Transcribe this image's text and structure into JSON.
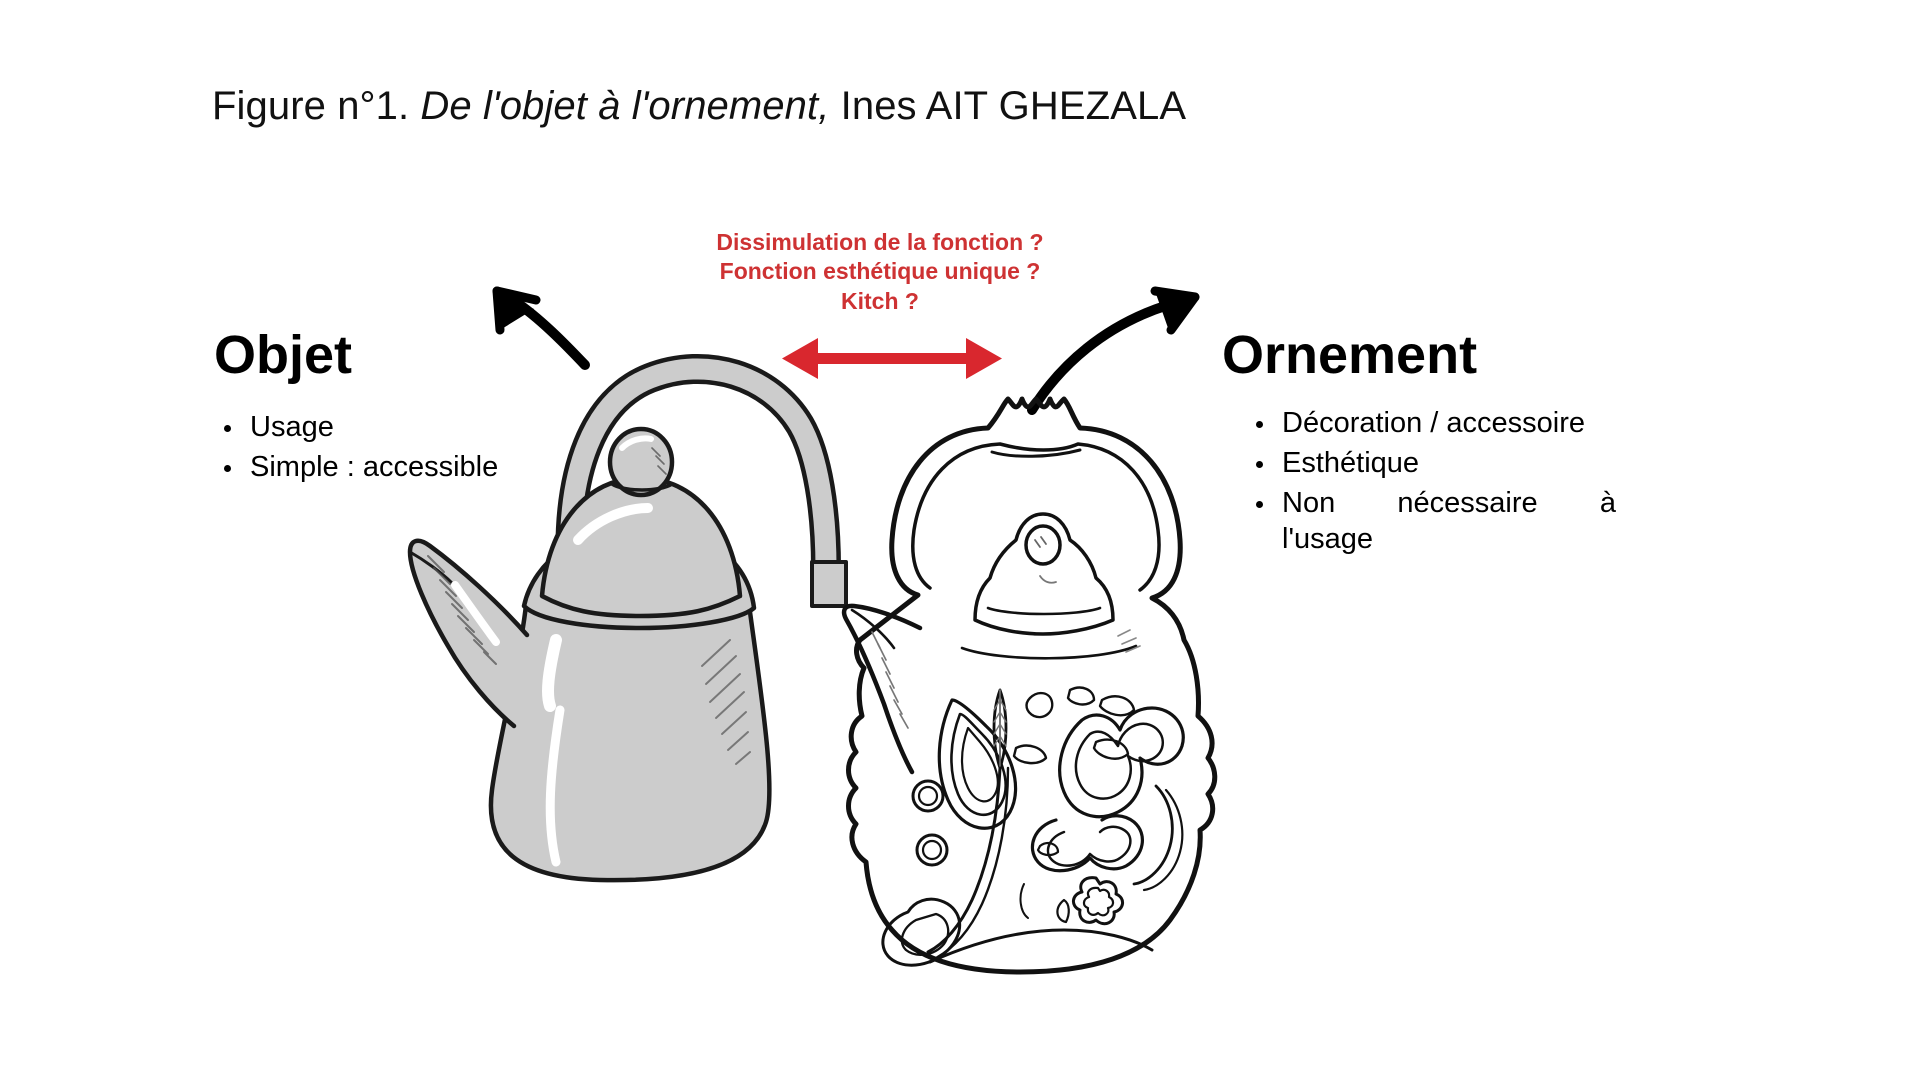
{
  "figure": {
    "title_prefix": "Figure n°1.",
    "title_italic": "De l'objet à l'ornement,",
    "title_author": "Ines AIT GHEZALA"
  },
  "left_column": {
    "heading": "Objet",
    "bullets": [
      "Usage",
      "Simple : accessible"
    ]
  },
  "right_column": {
    "heading": "Ornement",
    "bullets": [
      "Décoration / accessoire",
      "Esthétique"
    ],
    "bullet_justified": {
      "line1": "Non nécessaire à",
      "line2": "l'usage",
      "full": "Non nécessaire à l'usage"
    }
  },
  "center_questions": {
    "line1": "Dissimulation de la fonction ?",
    "line2": "Fonction esthétique unique ?",
    "line3": "Kitch ?"
  },
  "illustrations": {
    "left_object": "plain-grey-kettle",
    "right_object": "ornate-engraved-teapot"
  },
  "arrows": {
    "left_arrow": "curved-arrow-up-left",
    "right_arrow": "curved-arrow-up-right",
    "center_arrow": "double-headed-horizontal-arrow"
  },
  "colors": {
    "background": "#FFFFFF",
    "text": "#000000",
    "red_text": "#CE3233",
    "red_arrow": "#D9272E",
    "kettle_fill": "#CCCCCC",
    "kettle_stroke": "#1A1A1A"
  }
}
